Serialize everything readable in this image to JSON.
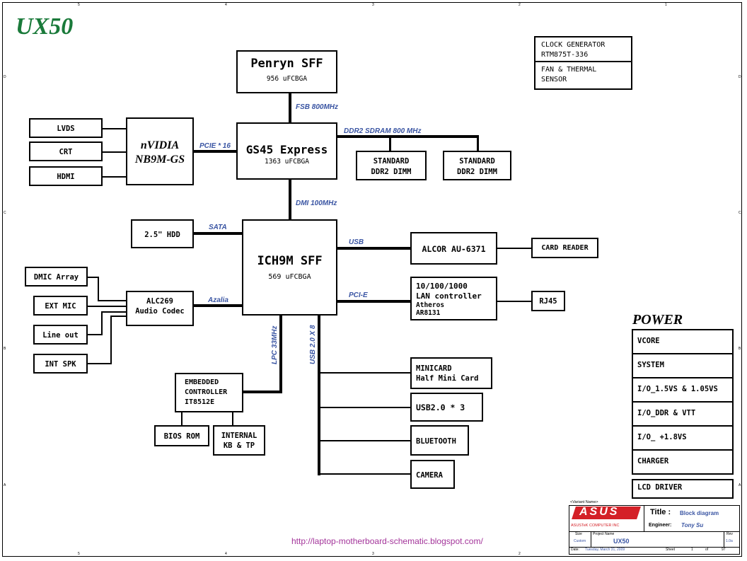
{
  "header": {
    "title": "UX50"
  },
  "boxes": {
    "penryn": {
      "name": "Penryn SFF",
      "pkg": "956 uFCBGA"
    },
    "gs45": {
      "name": "GS45 Express",
      "pkg": "1363 uFCBGA"
    },
    "ich9m": {
      "name": "ICH9M SFF",
      "pkg": "569 uFCBGA"
    },
    "nvidia": {
      "line1": "nVIDIA",
      "line2": "NB9M-GS"
    },
    "lvds": "LVDS",
    "crt": "CRT",
    "hdmi": "HDMI",
    "dimm1": {
      "line1": "STANDARD",
      "line2": "DDR2 DIMM"
    },
    "dimm2": {
      "line1": "STANDARD",
      "line2": "DDR2 DIMM"
    },
    "clock": {
      "line1": "CLOCK GENERATOR",
      "line2": "RTM875T-336"
    },
    "fan": {
      "line1": "FAN & THERMAL",
      "line2": "SENSOR"
    },
    "hdd": "2.5\" HDD",
    "dmic": "DMIC Array",
    "extmic": "EXT MIC",
    "lineout": "Line out",
    "intspk": "INT SPK",
    "alc": {
      "line1": "ALC269",
      "line2": "Audio Codec"
    },
    "alcor": "ALCOR AU-6371",
    "cardreader": "CARD READER",
    "lan": {
      "line1": "10/100/1000",
      "line2": "LAN controller",
      "line3": "Atheros",
      "line4": "AR8131"
    },
    "rj45": "RJ45",
    "ec": {
      "line1": "EMBEDDED",
      "line2": "CONTROLLER",
      "line3": "IT8512E"
    },
    "bios": "BIOS ROM",
    "kb": {
      "line1": "INTERNAL",
      "line2": "KB & TP"
    },
    "minicard": {
      "line1": "MINICARD",
      "line2": "Half Mini Card"
    },
    "usb3": "USB2.0 * 3",
    "bluetooth": "BLUETOOTH",
    "camera": "CAMERA"
  },
  "buses": {
    "fsb": "FSB 800MHz",
    "ddr2": "DDR2 SDRAM 800 MHz",
    "pcie": "PCIE * 16",
    "dmi": "DMI 100MHz",
    "sata": "SATA",
    "usb": "USB",
    "pcie2": "PCI-E",
    "azalia": "Azalia",
    "lpc": "LPC 33MHz",
    "usb8": "USB 2.0 X 8"
  },
  "power": {
    "title": "POWER",
    "items": [
      "VCORE",
      "SYSTEM",
      "I/O_1.5VS & 1.05VS",
      "I/O_DDR & VTT",
      "I/O_ +1.8VS",
      "CHARGER",
      "LCD DRIVER"
    ]
  },
  "titleblock": {
    "variant_label": "<Variant Name>",
    "logo": "ASUS",
    "company": "ASUSTeK COMPUTER INC",
    "title_label": "Title :",
    "title_value": "Block diagram",
    "engineer_label": "Engineer:",
    "engineer_value": "Tony Su",
    "size_label": "Size",
    "size_value": "Custom",
    "project_label": "Project Name",
    "project_value": "UX50",
    "rev_label": "Rev",
    "rev_value": "1.0a",
    "date_label": "Date:",
    "date_value": "Tuesday, March 31, 2009",
    "sheet_label": "Sheet",
    "sheet_value": "1",
    "of_label": "of",
    "of_value": "97"
  },
  "footer": {
    "url": "http://laptop-motherboard-schematic.blogspot.com/"
  },
  "border_ticks": {
    "top": [
      "5",
      "4",
      "3",
      "2",
      "1"
    ],
    "left": [
      "D",
      "C",
      "B",
      "A"
    ]
  },
  "colors": {
    "title": "#1a7a3a",
    "bus_label": "#3a55a3",
    "url": "#a3349a",
    "asus_red": "#d42027"
  }
}
